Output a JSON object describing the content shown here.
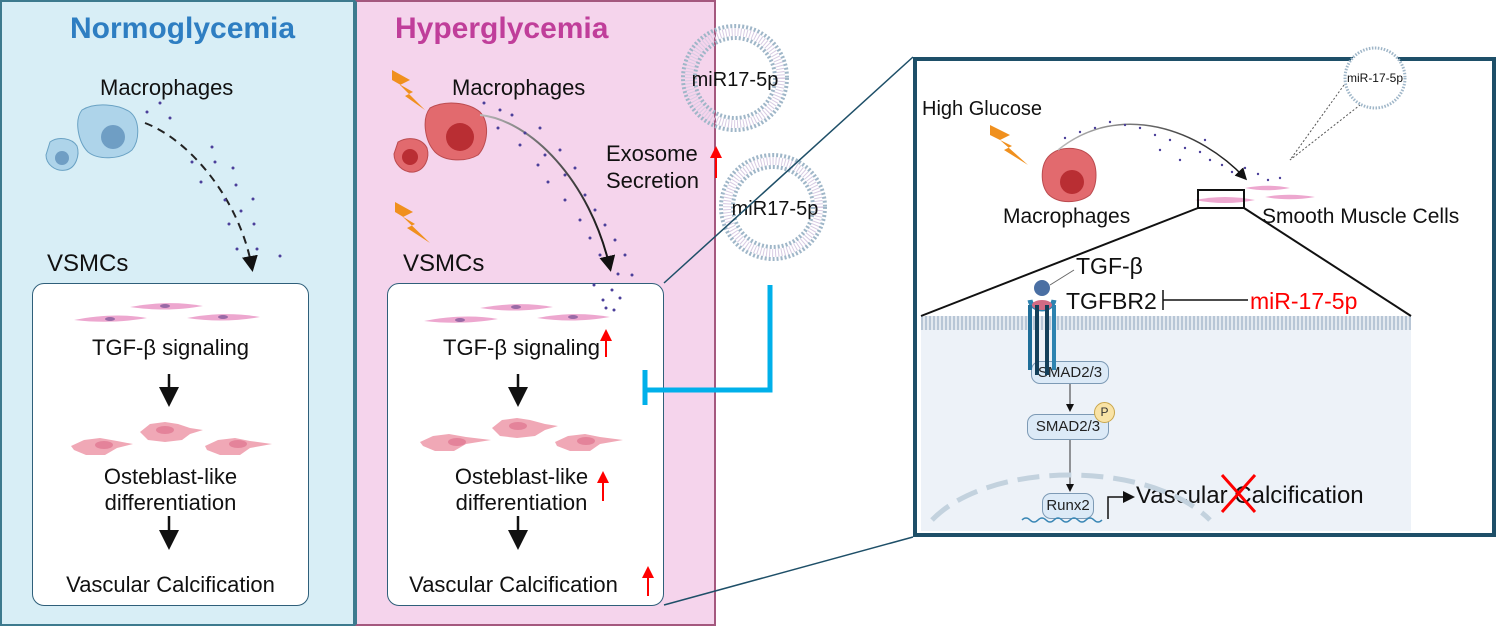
{
  "panels": {
    "normoglycemia": {
      "title": "Normoglycemia",
      "source_label": "Macrophages",
      "target_label": "VSMCs",
      "steps": [
        "TGF-β signaling",
        "Osteblast-like",
        "differentiation",
        "Vascular Calcification"
      ]
    },
    "hyperglycemia": {
      "title": "Hyperglycemia",
      "source_label": "Macrophages",
      "target_label": "VSMCs",
      "exosome_label_line1": "Exosome",
      "exosome_label_line2": "Secretion",
      "exosome_cargo": [
        "miR17-5p",
        "miR17-5p"
      ],
      "steps": [
        "TGF-β signaling",
        "Osteblast-like",
        "differentiation",
        "Vascular Calcification"
      ],
      "trend": "increased"
    }
  },
  "detail": {
    "stimulus": "High Glucose",
    "source_label": "Macrophages",
    "target_label": "Smooth Muscle Cells",
    "exosome_cargo": "miR-17-5p",
    "ligand": "TGF-β",
    "receptor": "TGFBR2",
    "inhibitor": "miR-17-5p",
    "smad_1": "SMAD2/3",
    "smad_2": "SMAD2/3",
    "phospho": "P",
    "transcription_factor": "Runx2",
    "outcome": "Vascular Calcification",
    "outcome_status": "blocked"
  },
  "colors": {
    "normo_accent": "#2e7ec2",
    "hyper_accent": "#c03e9a",
    "inhibition": "#00b0ea",
    "increase_arrow": "#ff0000",
    "inhibitor_text": "#ff0000"
  }
}
